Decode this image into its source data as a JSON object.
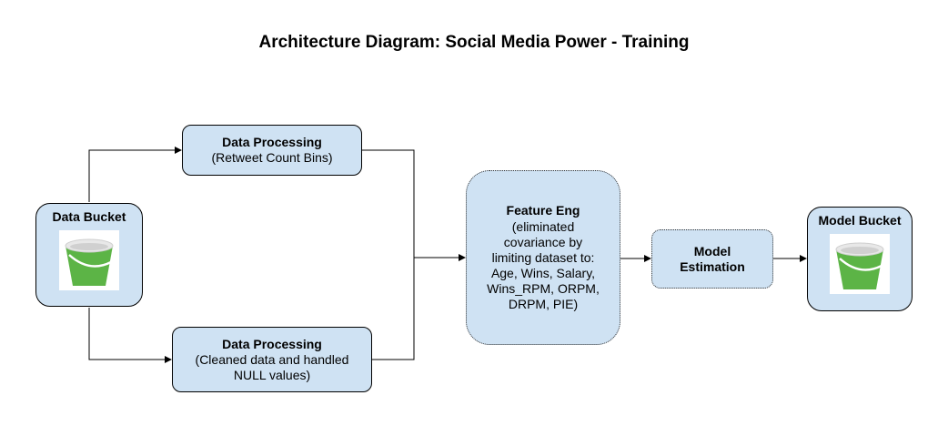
{
  "title": "Architecture Diagram: Social Media Power - Training",
  "nodes": {
    "data_bucket": {
      "label": "Data Bucket",
      "icon": "bucket-icon"
    },
    "processing_top": {
      "title": "Data Processing",
      "subtitle": "(Retweet Count Bins)"
    },
    "processing_bottom": {
      "title": "Data Processing",
      "subtitle_line1": "(Cleaned data and handled",
      "subtitle_line2": "NULL values)"
    },
    "feature_eng": {
      "title": "Feature Eng",
      "lines": [
        "(eliminated",
        "covariance by",
        "limiting dataset to:",
        "Age, Wins, Salary,",
        "Wins_RPM, ORPM,",
        "DRPM, PIE)"
      ]
    },
    "model_estimation": {
      "line1": "Model",
      "line2": "Estimation"
    },
    "model_bucket": {
      "label": "Model Bucket",
      "icon": "bucket-icon"
    }
  },
  "colors": {
    "node_fill": "#cfe2f3",
    "bucket_green": "#5cb446",
    "bucket_rim": "#e8e8e8"
  }
}
